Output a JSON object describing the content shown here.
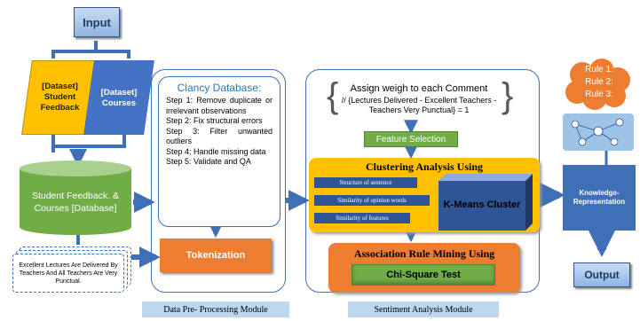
{
  "input": "Input",
  "dataset_feedback": "[Dataset] Student Feedback",
  "dataset_courses": "[Dataset] Courses",
  "database_cylinder": "Student Feedback. & Courses [Database]",
  "sample_text": "Excellent Lectures Are Delivered By Teachers And All Teachers Are Very Punctual.",
  "clancy_title": "Clancy Database:",
  "steps": [
    "Step 1: Remove duplicate or irrelevant observations",
    "Step 2: Fix structural errors",
    "Step 3: Filter unwanted outliers",
    "Step 4: Handle missing data",
    "Step 5: Validate and QA"
  ],
  "tokenization": "Tokenization",
  "preprocessing_module": "Data Pre- Processing Module",
  "assign_weigh": "Assign weigh to each Comment",
  "weigh_formula": "// {Lectures Delivered - Excellent Teachers - Teachers Very Punctual} = 1",
  "feature_selection": "Feature Selection",
  "clustering_title": "Clustering Analysis Using",
  "cluster_items": [
    "Structure of sentence",
    "Similarity of opinion words",
    "Similarity of features"
  ],
  "kmeans": "K-Means Cluster",
  "association_title": "Association Rule Mining Using",
  "chi_square": "Chi-Square Test",
  "sentiment_module": "Sentiment Analysis Module",
  "rules": [
    "Rule 1:",
    "Rule 2:",
    "Rule 3:"
  ],
  "knowledge": "Knowledge-Representation",
  "output": "Output",
  "colors": {
    "blue": "#3f6fb6",
    "yellow": "#ffc000",
    "green": "#70ad47",
    "orange": "#ed7d31",
    "dark_orange": "#c65911",
    "light_blue": "#9dc3e6"
  }
}
